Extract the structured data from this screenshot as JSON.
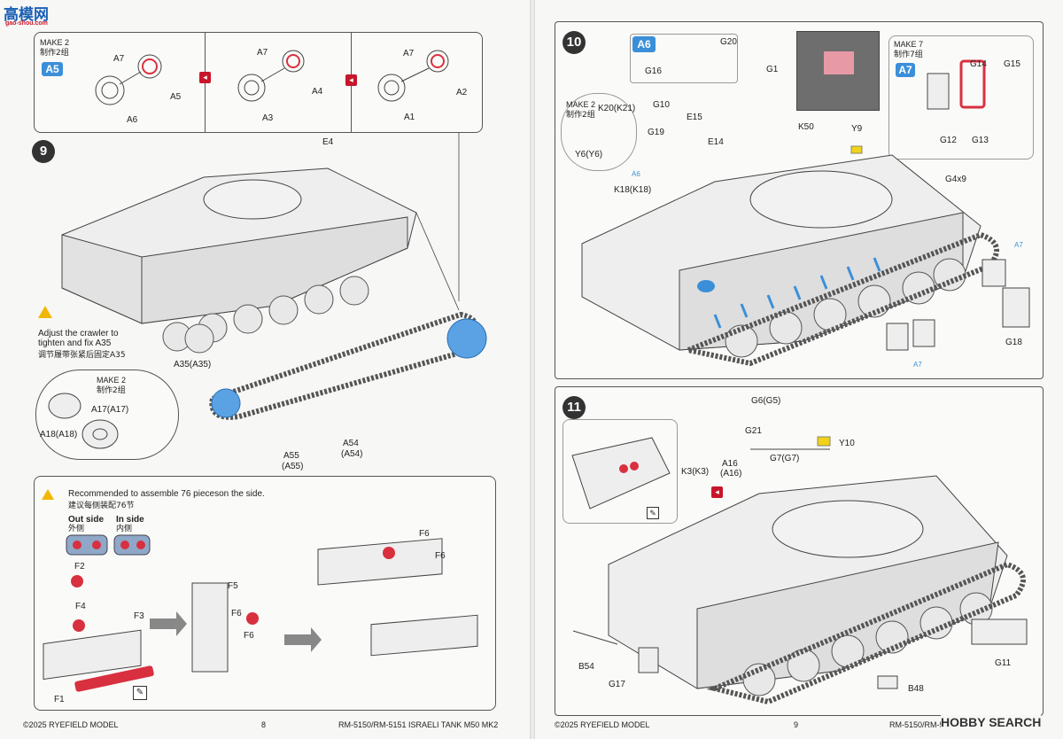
{
  "logo": {
    "text": "高模网",
    "url_text": "gao-shou.com"
  },
  "watermark": {
    "text": "HOBBY SEARCH"
  },
  "left_page": {
    "sprocket_panel": {
      "make_label": "MAKE 2",
      "make_cn": "制作2组",
      "badge": "A5",
      "parts": [
        "A7",
        "A5",
        "A6",
        "A7",
        "A4",
        "A3",
        "A7",
        "A2",
        "A1"
      ]
    },
    "step9": {
      "number": "9",
      "e4": "E4",
      "warning_en_1": "Adjust the crawler to",
      "warning_en_2": "tighten and fix A35",
      "warning_cn": "调节履带张紧后固定A35",
      "a35": "A35(A35)",
      "inset_make": "MAKE 2",
      "inset_make_cn": "制作2组",
      "a17": "A17(A17)",
      "a18": "A18(A18)",
      "a54": "A54",
      "a54b": "(A54)",
      "a55": "A55",
      "a55b": "(A55)"
    },
    "track_panel": {
      "rec_en": "Recommended to assemble 76 pieceson the side.",
      "rec_cn": "建议每侧装配76节",
      "out_en": "Out side",
      "out_cn": "外侧",
      "in_en": "In side",
      "in_cn": "内侧",
      "parts": {
        "f2": "F2",
        "f4": "F4",
        "f3": "F3",
        "f1": "F1",
        "f5": "F5",
        "f6a": "F6",
        "f6b": "F6",
        "f6c": "F6",
        "f6d": "F6"
      }
    },
    "footer": {
      "copyright": "©2025 RYEFIELD MODEL",
      "page": "8",
      "title": "RM-5150/RM-5151 ISRAELI TANK M50 MK2"
    }
  },
  "right_page": {
    "step10": {
      "number": "10",
      "a6_badge": "A6",
      "a7_badge": "A7",
      "make7": "MAKE 7",
      "make7_cn": "制作7组",
      "make2": "MAKE 2",
      "make2_cn": "制作2组",
      "labels": {
        "g20": "G20",
        "g16": "G16",
        "g1": "G1",
        "k50": "K50",
        "g14": "G14",
        "g15": "G15",
        "g12": "G12",
        "g13": "G13",
        "k20": "K20(K21)",
        "y6": "Y6(Y6)",
        "g10": "G10",
        "g19": "G19",
        "e15": "E15",
        "e14": "E14",
        "k18": "K18(K18)",
        "y9": "Y9",
        "g4x9": "G4x9",
        "g18": "G18",
        "a7_small": "A7",
        "a7_small2": "A7",
        "a6_small": "A6"
      }
    },
    "step11": {
      "number": "11",
      "labels": {
        "g6": "G6(G5)",
        "g21": "G21",
        "g7": "G7(G7)",
        "y10": "Y10",
        "k3": "K3(K3)",
        "a16": "A16",
        "a16b": "(A16)",
        "b54": "B54",
        "g17": "G17",
        "b48": "B48",
        "g11": "G11"
      }
    },
    "footer": {
      "copyright": "©2025 RYEFIELD MODEL",
      "page": "9",
      "title": "RM-5150/RM-5151 ISRAELI TANK M50 MK2"
    }
  },
  "colors": {
    "accent_blue": "#3b8fd9",
    "accent_red": "#d8303f",
    "pink": "#e79aa6"
  }
}
